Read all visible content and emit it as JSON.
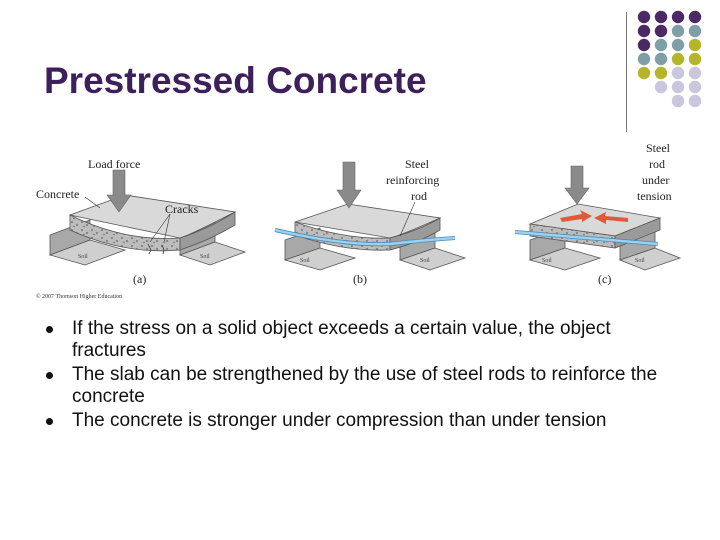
{
  "slide": {
    "title": "Prestressed Concrete",
    "bullets": [
      "If the stress on a solid object exceeds a certain value, the object fractures",
      "The slab can be strengthened by the use of steel rods to reinforce the concrete",
      "The concrete is stronger under compression than under tension"
    ]
  },
  "decor": {
    "dot_colors": {
      "purple": "#4b2a63",
      "teal": "#7f9ea6",
      "olive": "#b5b52b",
      "lilac": "#c9c6dd"
    }
  },
  "figure": {
    "labels": {
      "load_force": "Load force",
      "concrete": "Concrete",
      "cracks": "Cracks",
      "steel_rod_line1": "Steel",
      "steel_rod_line2": "reinforcing",
      "steel_rod_line3": "rod",
      "steel_tension_line1": "Steel",
      "steel_tension_line2": "rod",
      "steel_tension_line3": "under",
      "steel_tension_line4": "tension",
      "panel_a": "(a)",
      "panel_b": "(b)",
      "panel_c": "(c)",
      "copyright": "© 2007 Thomson Higher Education",
      "soil": "Soil"
    },
    "colors": {
      "slab_top": "#d9d9d9",
      "slab_side": "#9a9a9a",
      "rod": "#9fd0ee",
      "arrow_gray": "#8a8a8a",
      "tension_arrow": "#e05a3a"
    }
  }
}
